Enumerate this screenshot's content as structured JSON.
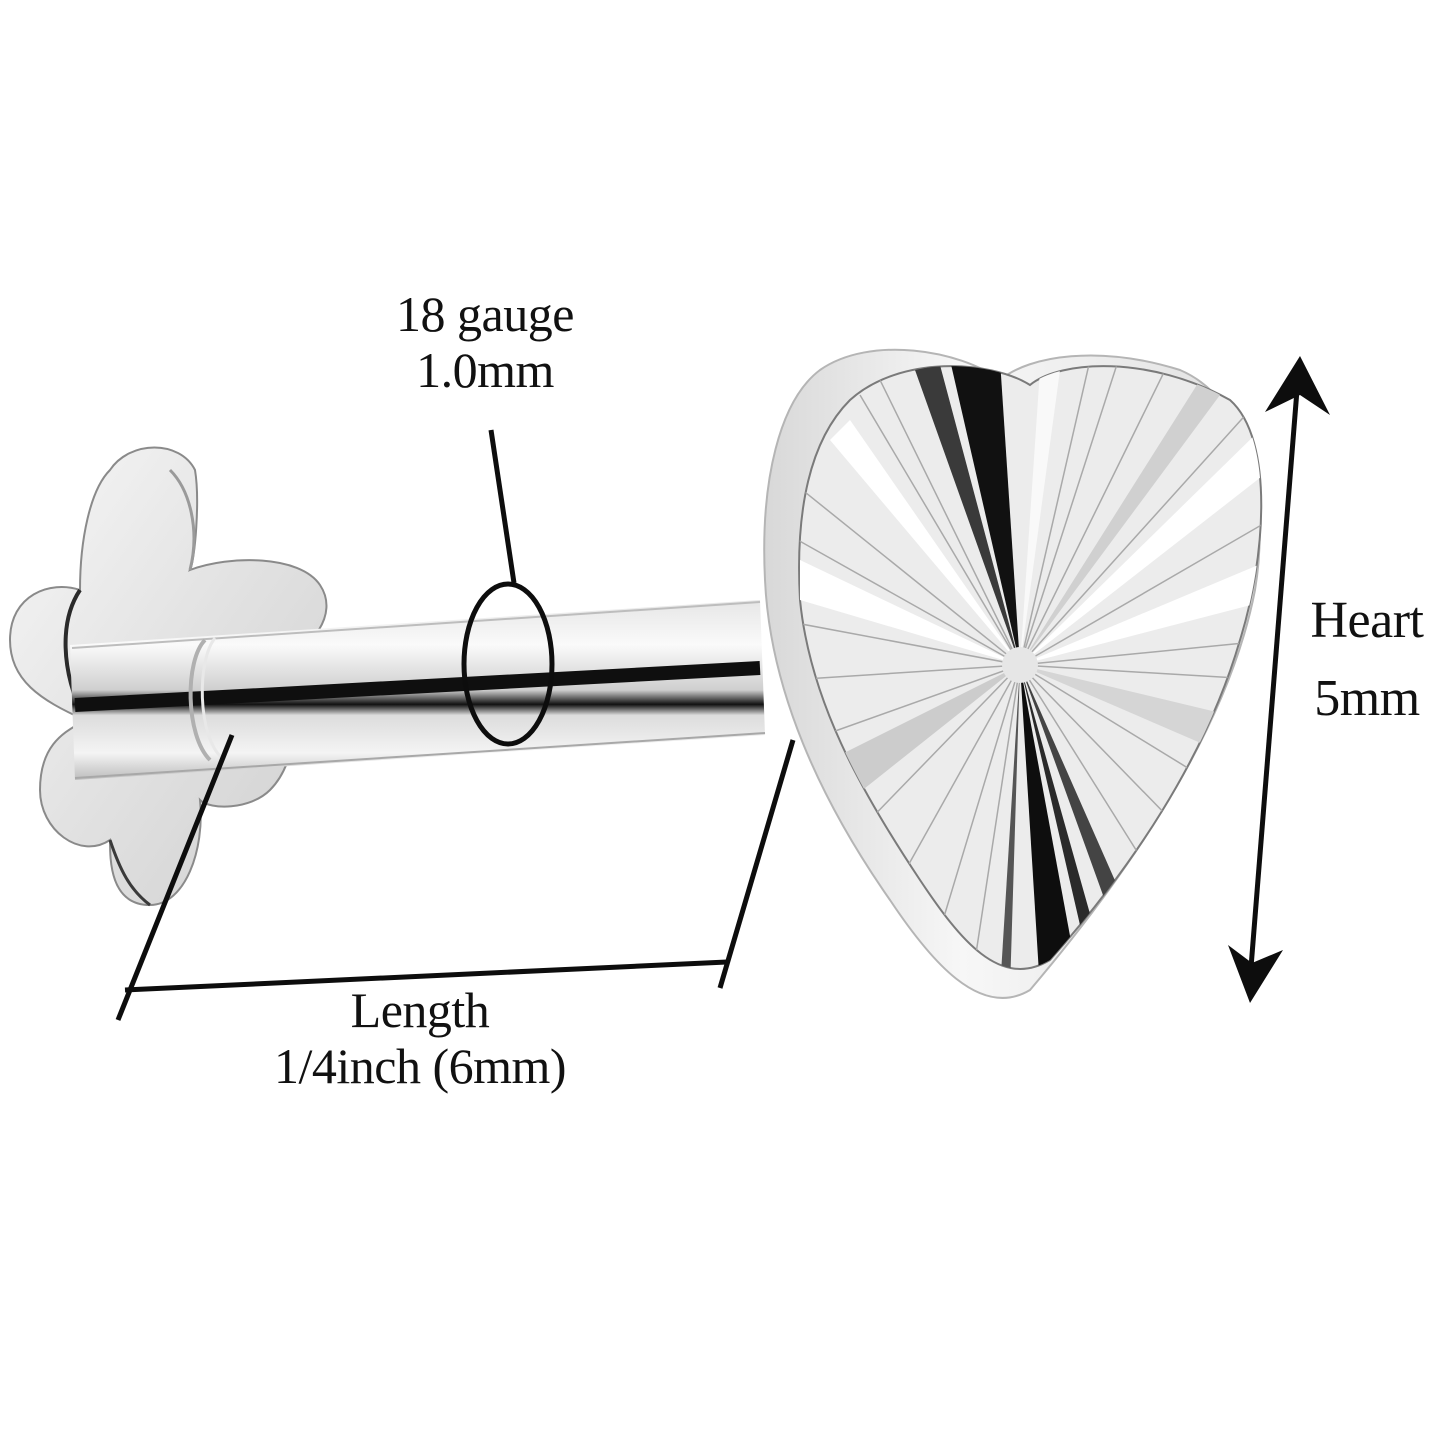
{
  "product": {
    "type": "labret stud with flower back and fluted heart top",
    "colors": {
      "background": "#ffffff",
      "metal_light": "#f1f1f1",
      "metal_mid": "#d4d4d4",
      "metal_dark": "#1a1a1a",
      "annotation_line": "#0d0d0d"
    }
  },
  "annotations": {
    "gauge": {
      "line1": "18 gauge",
      "line2": "1.0mm"
    },
    "length": {
      "line1": "Length",
      "line2": "1/4inch (6mm)"
    },
    "heart": {
      "line1": "Heart",
      "line2": "5mm"
    }
  },
  "icons": {
    "double_arrow": "vertical-double-arrow",
    "gauge_ring": "ellipse-callout"
  }
}
